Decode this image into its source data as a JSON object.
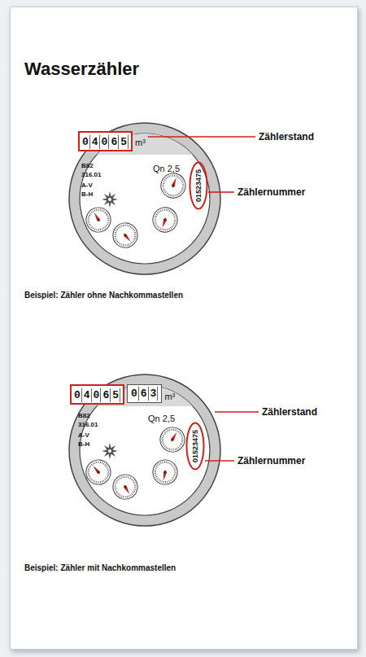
{
  "diagram": {
    "title": "Wasserzähler",
    "nodes": [
      {
        "text": [
          "04065"
        ]
      },
      {
        "text": [
          "01523475"
        ]
      },
      {
        "text": [
          "04065"
        ]
      },
      {
        "text": [
          "01523475"
        ]
      }
    ],
    "labels": [
      "m³",
      "B82",
      "316.01",
      "A-V",
      "B-H",
      "Qn 2,5",
      "Zählerstand",
      "Zählernummer",
      "Beispiel: Zähler ohne Nachkommastellen",
      "063",
      "m³",
      "B82",
      "316.01",
      "A-V",
      "B-H",
      "Qn 2,5",
      "Zählerstand",
      "Zählernummer",
      "Beispiel: Zähler mit Nachkommastellen"
    ]
  }
}
